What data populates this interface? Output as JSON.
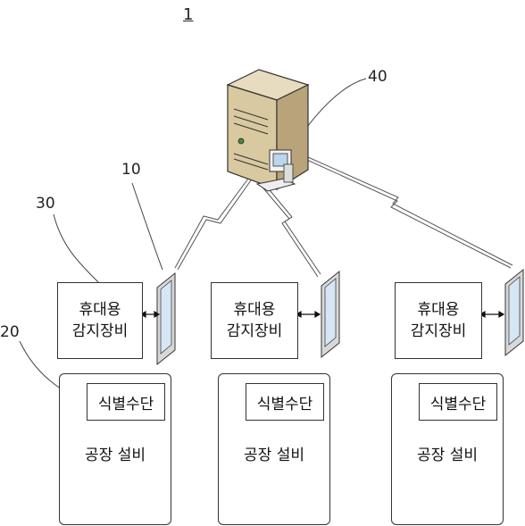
{
  "figure_number": "1",
  "refs": {
    "server": "40",
    "terminal": "10",
    "sensor": "30",
    "id_means": "20"
  },
  "units": [
    {
      "sensor_line1": "휴대용",
      "sensor_line2": "감지장비",
      "id_means": "식별수단",
      "facility": "공장 설비"
    },
    {
      "sensor_line1": "휴대용",
      "sensor_line2": "감지장비",
      "id_means": "식별수단",
      "facility": "공장 설비"
    },
    {
      "sensor_line1": "휴대용",
      "sensor_line2": "감지장비",
      "id_means": "식별수단",
      "facility": "공장 설비"
    }
  ]
}
